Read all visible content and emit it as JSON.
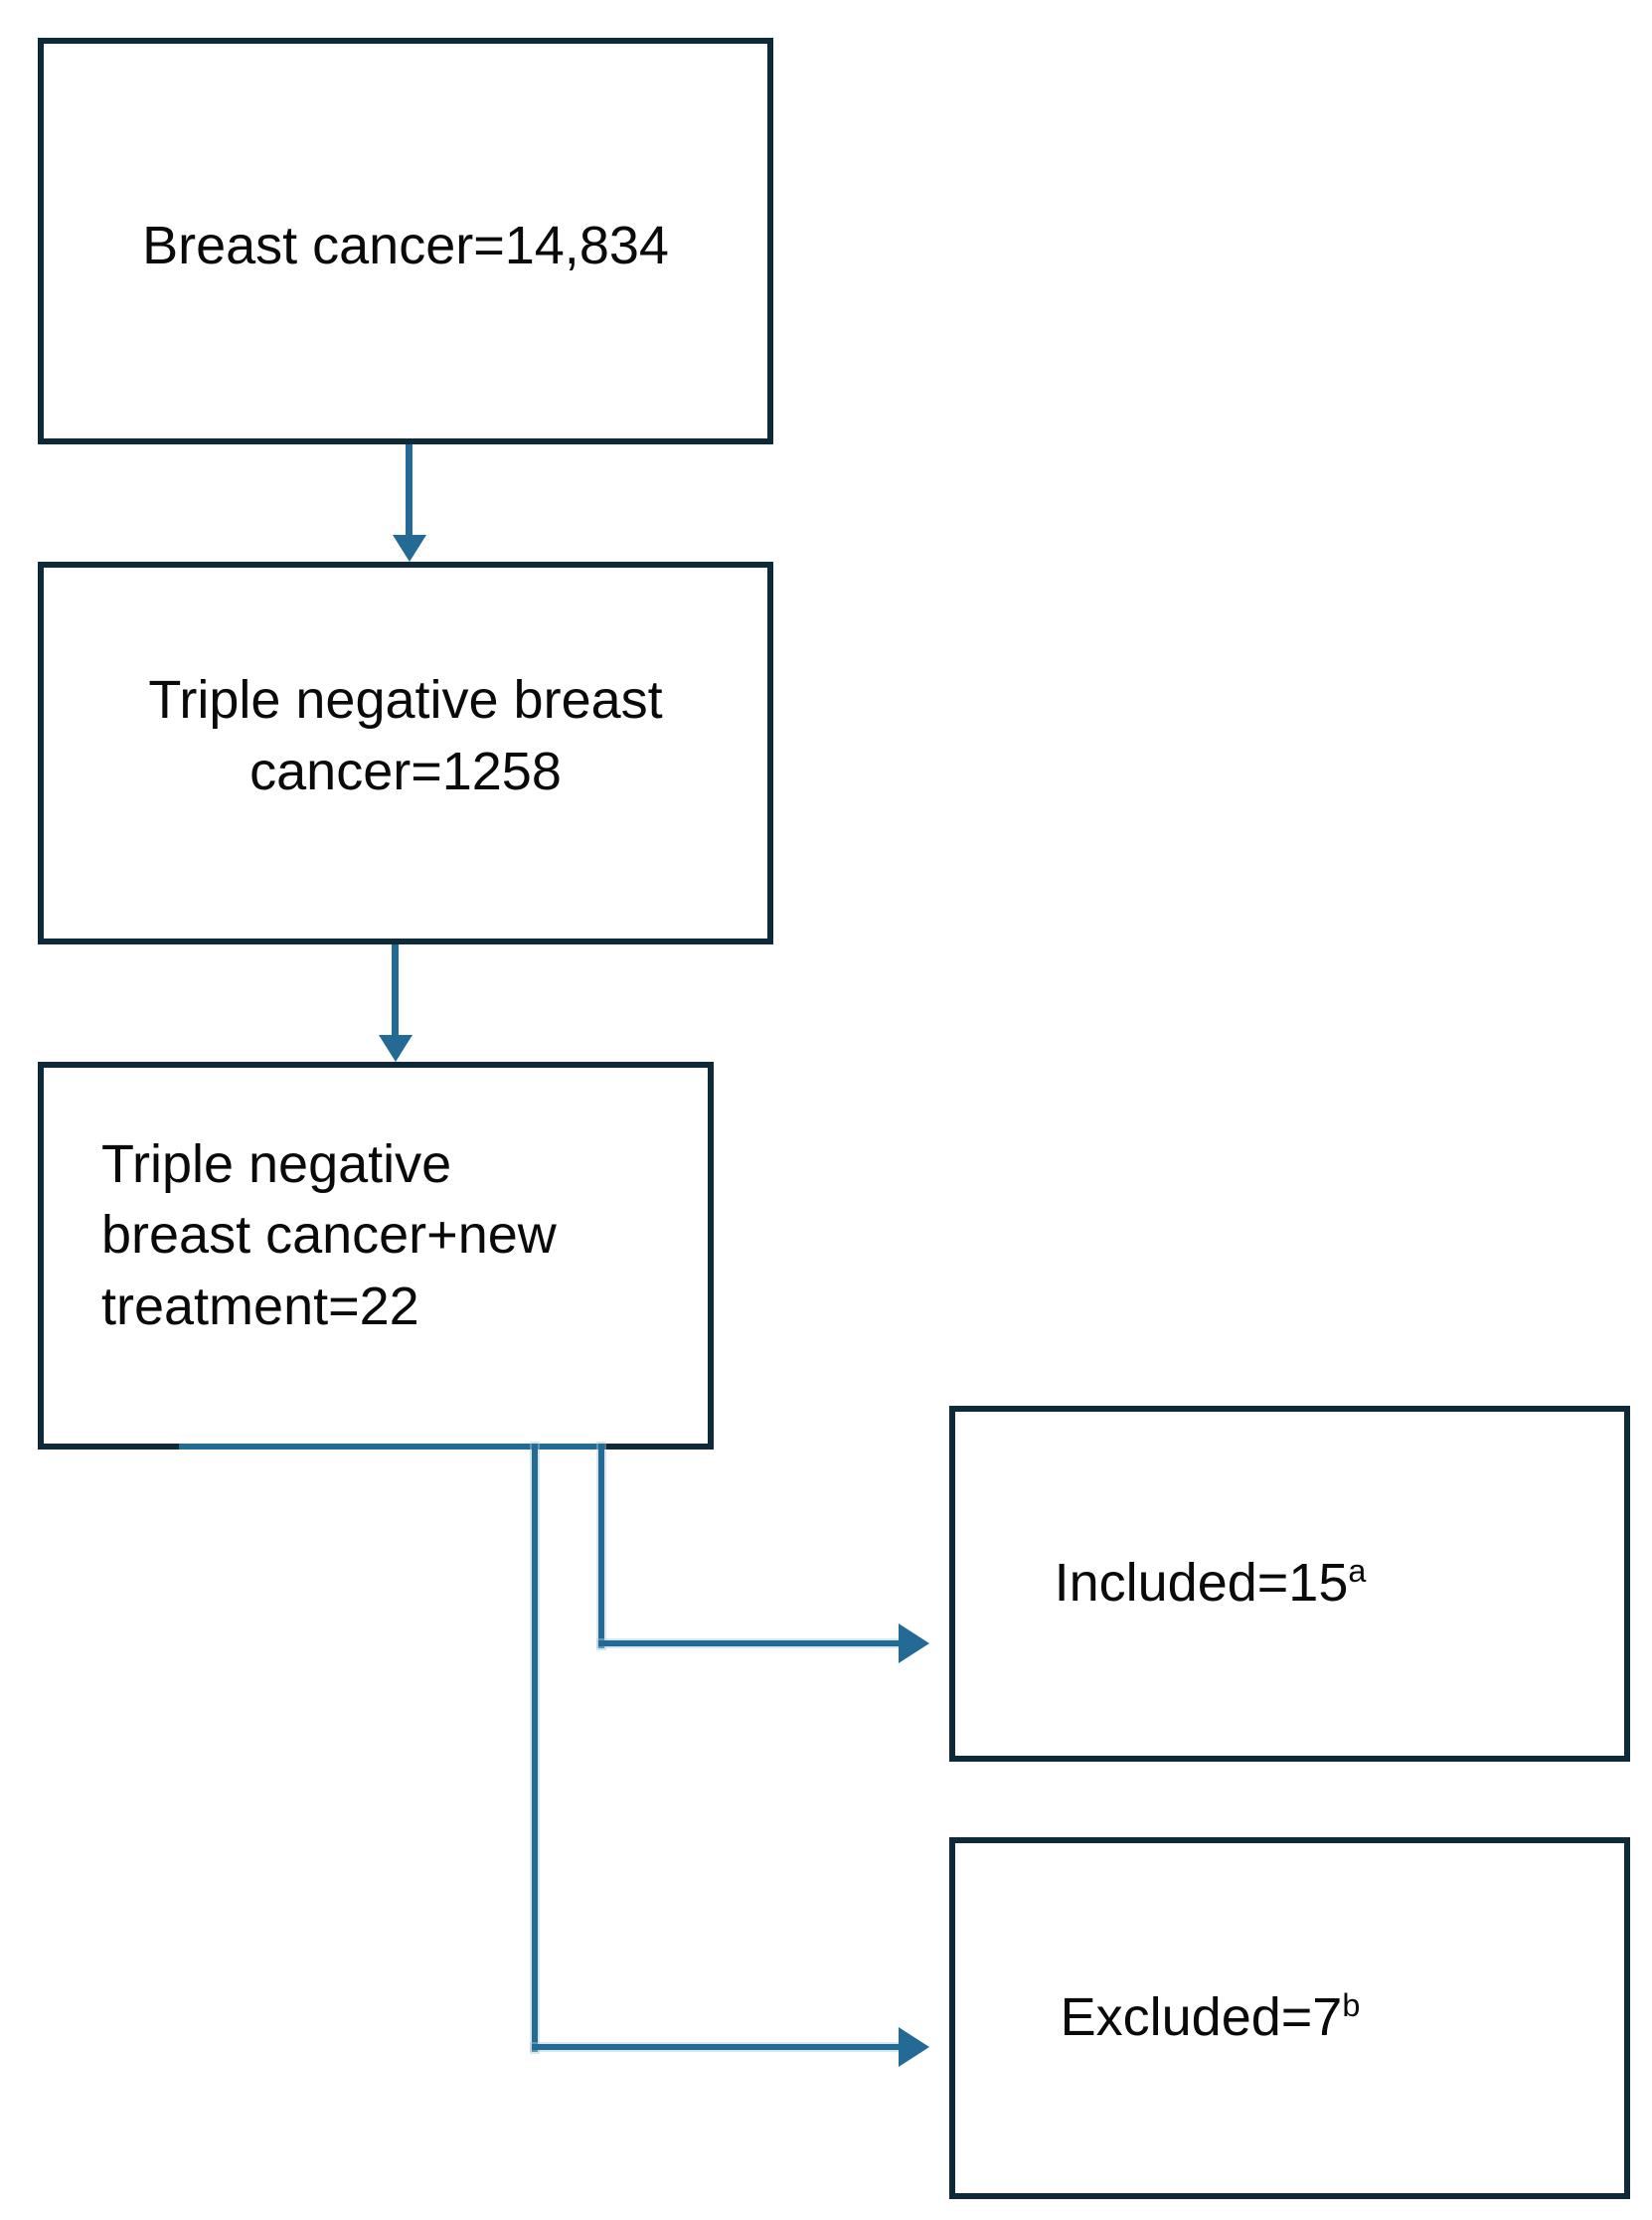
{
  "colors": {
    "background": "#ffffff",
    "box_border": "#0e2a3a",
    "connector": "#236b94",
    "text": "#0a0a0a"
  },
  "nodes": {
    "box1": {
      "label": "Breast cancer=14,834"
    },
    "box2": {
      "label": "Triple negative breast\ncancer=1258"
    },
    "box3": {
      "label": "Triple negative\nbreast cancer+new\ntreatment=22"
    },
    "included": {
      "label": "Included=15",
      "sup": "a"
    },
    "excluded": {
      "label": "Excluded=7",
      "sup": "b"
    }
  },
  "edges": [
    {
      "from": "box1",
      "to": "box2",
      "type": "arrow-down"
    },
    {
      "from": "box2",
      "to": "box3",
      "type": "arrow-down"
    },
    {
      "from": "box3",
      "to": "included",
      "type": "elbow-right-arrow"
    },
    {
      "from": "box3",
      "to": "excluded",
      "type": "elbow-right-arrow"
    }
  ]
}
